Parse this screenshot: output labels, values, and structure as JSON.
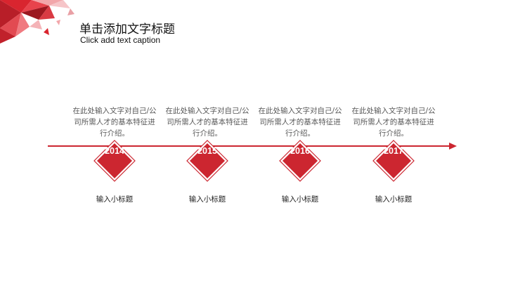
{
  "header": {
    "title": "单击添加文字标题",
    "caption": "Click add text caption"
  },
  "colors": {
    "accent": "#cc2630",
    "accent_dark": "#a81d26"
  },
  "timeline": {
    "items": [
      {
        "year": "2014",
        "description": "在此处输入文字对自己/公司所需人才的基本特征进行介绍。",
        "subtitle": "输入小标题"
      },
      {
        "year": "2015",
        "description": "在此处输入文字对自己/公司所需人才的基本特征进行介绍。",
        "subtitle": "输入小标题"
      },
      {
        "year": "2016",
        "description": "在此处输入文字对自己/公司所需人才的基本特征进行介绍。",
        "subtitle": "输入小标题"
      },
      {
        "year": "2017",
        "description": "在此处输入文字对自己/公司所需人才的基本特征进行介绍。",
        "subtitle": "输入小标题"
      }
    ]
  }
}
